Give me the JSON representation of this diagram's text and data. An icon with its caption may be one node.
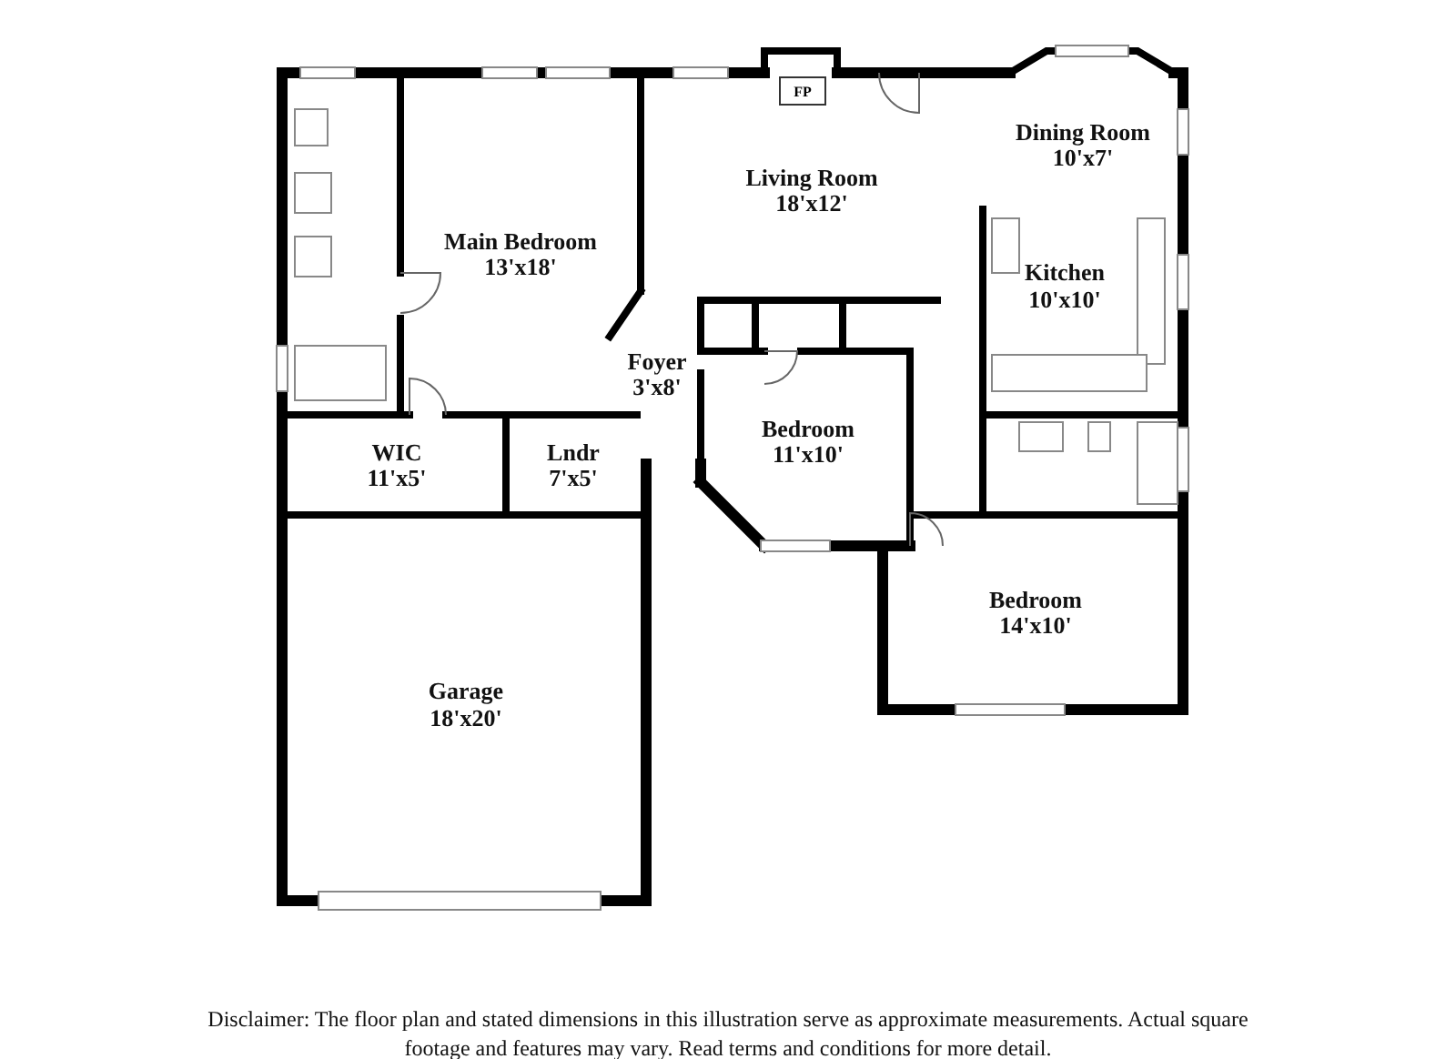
{
  "diagram": {
    "nodes": [
      {
        "text": [
          "Main Bedroom",
          "13'x18'"
        ]
      },
      {
        "text": [
          "FP"
        ]
      },
      {
        "text": [
          "Living Room",
          "18'x12'"
        ]
      },
      {
        "text": [
          "Dining Room",
          "10'x7'"
        ]
      },
      {
        "text": [
          "Kitchen",
          "10'x10'"
        ]
      },
      {
        "text": [
          "Foyer",
          "3'x8'"
        ]
      },
      {
        "text": [
          "Bedroom",
          "11'x10'"
        ]
      },
      {
        "text": [
          "WIC",
          "11'x5'"
        ]
      },
      {
        "text": [
          "Lndr",
          "7'x5'"
        ]
      },
      {
        "text": [
          "Bedroom",
          "14'x10'"
        ]
      },
      {
        "text": [
          "Garage",
          "18'x20'"
        ]
      }
    ],
    "labels": [
      "Disclaimer: The floor plan and stated dimensions in this illustration serve as approximate measurements. Actual square footage and features may vary. Read terms and conditions for more detail."
    ]
  }
}
